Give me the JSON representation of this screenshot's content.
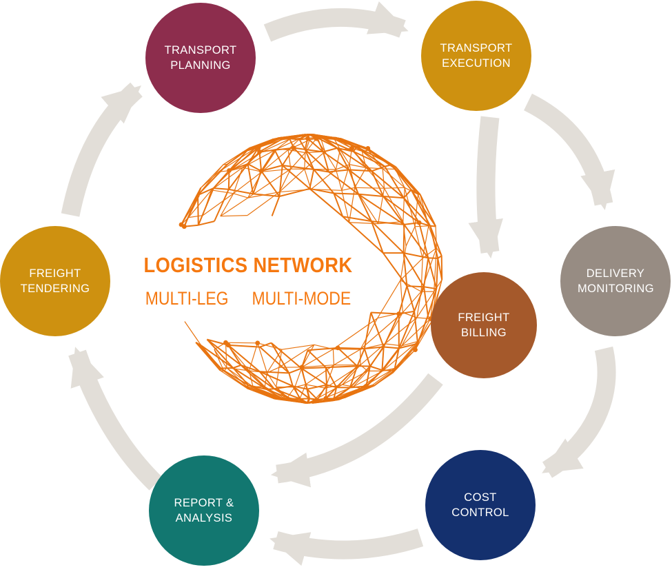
{
  "title": "Logistics network process cycle",
  "center": {
    "heading": "LOGISTICS NETWORK",
    "sub_left": "MULTI-LEG",
    "sub_right": "MULTI-MODE",
    "accent_color": "#F57810",
    "globe_color": "#E87410",
    "globe_icon": "wireframe-globe-icon"
  },
  "nodes": [
    {
      "label": "TRANSPORT PLANNING",
      "color": "#8D2D4D"
    },
    {
      "label": "TRANSPORT EXECUTION",
      "color": "#CE9110"
    },
    {
      "label": "DELIVERY MONITORING",
      "color": "#978C83"
    },
    {
      "label": "FREIGHT BILLING",
      "color": "#A5592B"
    },
    {
      "label": "COST CONTROL",
      "color": "#14306E"
    },
    {
      "label": "REPORT & ANALYSIS",
      "color": "#127770"
    },
    {
      "label": "FREIGHT TENDERING",
      "color": "#CE9110"
    }
  ],
  "arrows": {
    "color": "#E2DED8",
    "links": [
      "transport-planning to transport-execution",
      "transport-execution to freight-billing",
      "transport-execution to delivery-monitoring",
      "delivery-monitoring to cost-control",
      "freight-billing to report-analysis",
      "cost-control to report-analysis",
      "report-analysis to freight-tendering",
      "freight-tendering to transport-planning"
    ]
  },
  "background_color": "#FFFFFF"
}
